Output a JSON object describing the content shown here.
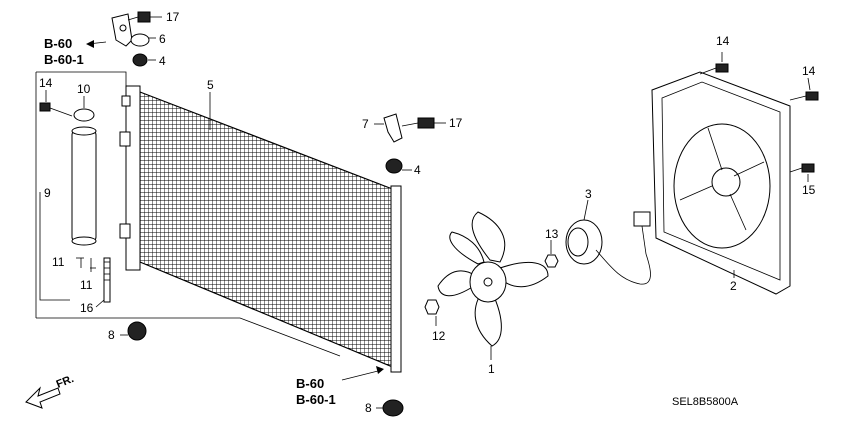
{
  "diagram_code": "SEL8B5800A",
  "direction_marker": "FR.",
  "refs": {
    "ref_top_1": "B-60",
    "ref_top_2": "B-60-1",
    "ref_bottom_1": "B-60",
    "ref_bottom_2": "B-60-1"
  },
  "callouts": {
    "c1": "1",
    "c2": "2",
    "c3": "3",
    "c4a": "4",
    "c4b": "4",
    "c5": "5",
    "c6": "6",
    "c7": "7",
    "c8a": "8",
    "c8b": "8",
    "c9": "9",
    "c10": "10",
    "c11a": "11",
    "c11b": "11",
    "c12": "12",
    "c13": "13",
    "c14a": "14",
    "c14b": "14",
    "c14c": "14",
    "c15": "15",
    "c16": "16",
    "c17a": "17",
    "c17b": "17"
  }
}
